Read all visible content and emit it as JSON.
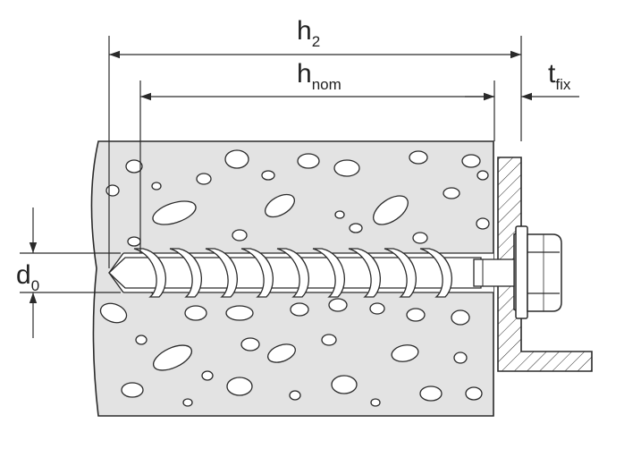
{
  "labels": {
    "h2": {
      "main": "h",
      "sub": "2"
    },
    "hnom": {
      "main": "h",
      "sub": "nom"
    },
    "tfix": {
      "main": "t",
      "sub": "fix"
    },
    "d0": {
      "main": "d",
      "sub": "0"
    }
  },
  "colors": {
    "stroke": "#2a2a2a",
    "concrete": "#e3e3e3",
    "background": "#ffffff"
  }
}
